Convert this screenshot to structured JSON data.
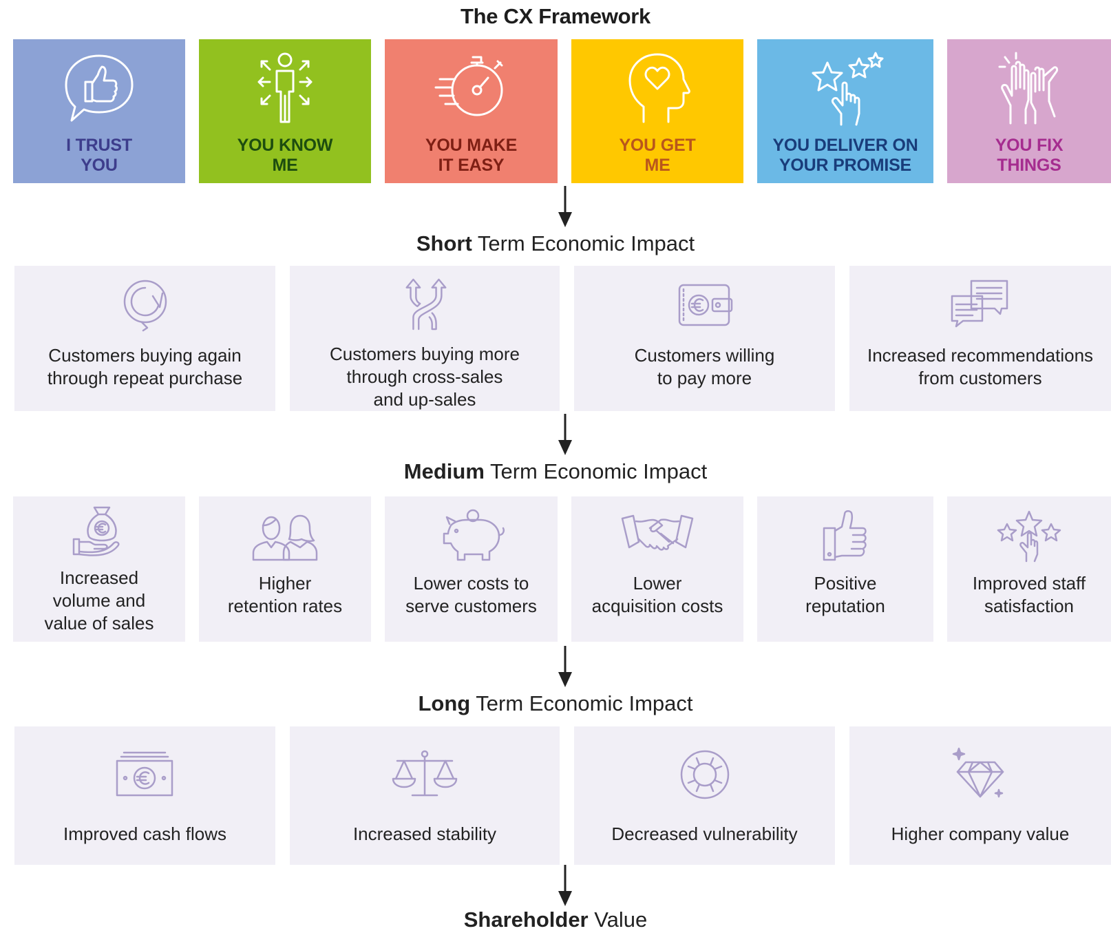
{
  "title": "The CX Framework",
  "pillars": [
    {
      "line1": "I TRUST",
      "line2": "YOU",
      "icon": "trust-speech-bubble-icon",
      "bg": "#8ca2d5",
      "fg": "#3d3d8c"
    },
    {
      "line1": "YOU KNOW",
      "line2": "ME",
      "icon": "person-arrows-icon",
      "bg": "#92c11f",
      "fg": "#1d4d0f"
    },
    {
      "line1": "YOU MAKE",
      "line2": "IT EASY",
      "icon": "stopwatch-icon",
      "bg": "#f0806f",
      "fg": "#7e1f14"
    },
    {
      "line1": "YOU GET",
      "line2": "ME",
      "icon": "head-heart-icon",
      "bg": "#ffc800",
      "fg": "#b9561c"
    },
    {
      "line1": "YOU DELIVER ON",
      "line2": "YOUR PROMISE",
      "icon": "stars-hand-icon",
      "bg": "#6bb9e6",
      "fg": "#193c7a"
    },
    {
      "line1": "YOU FIX",
      "line2": "THINGS",
      "icon": "high-five-icon",
      "bg": "#d7a6cd",
      "fg": "#a52c8f"
    }
  ],
  "short": {
    "bold": "Short",
    "rest": "Term Economic Impact",
    "items": [
      {
        "lines": [
          "Customers buying again",
          "through repeat purchase"
        ],
        "icon": "repeat-cycle-icon"
      },
      {
        "lines": [
          "Customers buying more",
          "through cross-sales",
          "and up-sales"
        ],
        "icon": "crossing-arrows-icon"
      },
      {
        "lines": [
          "Customers willing",
          "to pay more"
        ],
        "icon": "euro-wallet-icon"
      },
      {
        "lines": [
          "Increased recommendations",
          "from customers"
        ],
        "icon": "chat-bubbles-icon"
      }
    ]
  },
  "medium": {
    "bold": "Medium",
    "rest": "Term Economic Impact",
    "items": [
      {
        "lines": [
          "Increased",
          "volume and",
          "value of sales"
        ],
        "icon": "money-bag-hand-icon"
      },
      {
        "lines": [
          "Higher",
          "retention rates"
        ],
        "icon": "two-people-icon"
      },
      {
        "lines": [
          "Lower costs to",
          "serve customers"
        ],
        "icon": "piggy-bank-icon"
      },
      {
        "lines": [
          "Lower",
          "acquisition costs"
        ],
        "icon": "handshake-icon"
      },
      {
        "lines": [
          "Positive",
          "reputation"
        ],
        "icon": "thumbs-up-icon"
      },
      {
        "lines": [
          "Improved staff",
          "satisfaction"
        ],
        "icon": "stars-pointer-icon"
      }
    ]
  },
  "long": {
    "bold": "Long",
    "rest": "Term Economic Impact",
    "items": [
      {
        "lines": [
          "Improved cash flows"
        ],
        "icon": "euro-banknote-icon"
      },
      {
        "lines": [
          "Increased stability"
        ],
        "icon": "balance-scale-icon"
      },
      {
        "lines": [
          "Decreased vulnerability"
        ],
        "icon": "lifebuoy-icon"
      },
      {
        "lines": [
          "Higher company value"
        ],
        "icon": "diamond-icon"
      }
    ]
  },
  "outcome": {
    "bold": "Shareholder",
    "rest": "Value"
  },
  "colors": {
    "card_bg": "#f1eff6",
    "icon_stroke": "#a99dc9",
    "arrow": "#222222"
  }
}
